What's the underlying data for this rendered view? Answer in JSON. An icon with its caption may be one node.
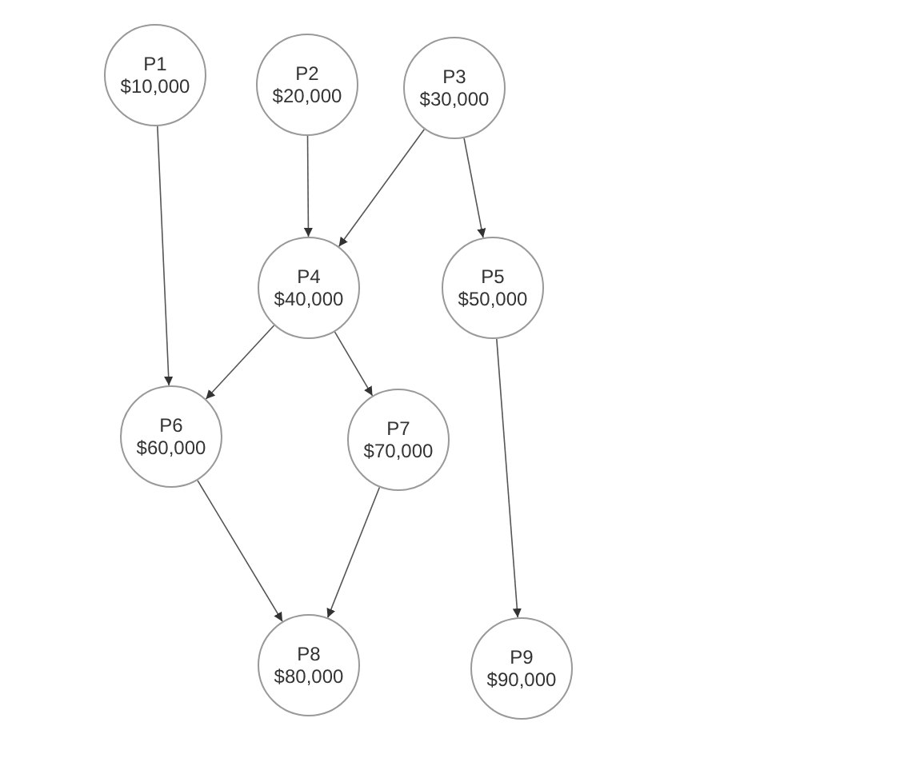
{
  "diagram": {
    "nodes": [
      {
        "text": [
          "P1",
          "$10,000"
        ]
      },
      {
        "text": [
          "P2",
          "$20,000"
        ]
      },
      {
        "text": [
          "P3",
          "$30,000"
        ]
      },
      {
        "text": [
          "P4",
          "$40,000"
        ]
      },
      {
        "text": [
          "P5",
          "$50,000"
        ]
      },
      {
        "text": [
          "P6",
          "$60,000"
        ]
      },
      {
        "text": [
          "P7",
          "$70,000"
        ]
      },
      {
        "text": [
          "P8",
          "$80,000"
        ]
      },
      {
        "text": [
          "P9",
          "$90,000"
        ]
      }
    ],
    "edges": [
      {
        "from": 0,
        "to": 5,
        "arrow": "to"
      },
      {
        "from": 1,
        "to": 3,
        "arrow": "to"
      },
      {
        "from": 2,
        "to": 3,
        "arrow": "to"
      },
      {
        "from": 2,
        "to": 4,
        "arrow": "to"
      },
      {
        "from": 3,
        "to": 5,
        "arrow": "to"
      },
      {
        "from": 3,
        "to": 6,
        "arrow": "to"
      },
      {
        "from": 4,
        "to": 8,
        "arrow": "to"
      },
      {
        "from": 5,
        "to": 7,
        "arrow": "to"
      },
      {
        "from": 6,
        "to": 7,
        "arrow": "to"
      }
    ]
  }
}
